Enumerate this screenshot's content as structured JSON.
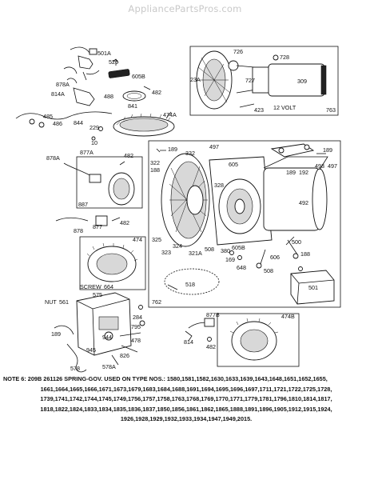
{
  "watermark": "AppliancePartsPros.com",
  "labels": {
    "l501A": "501A",
    "l526": "526",
    "l605B": "605B",
    "l878A": "878A",
    "l814A": "814A",
    "l488": "488",
    "l841": "841",
    "l482a": "482",
    "l485": "485",
    "l486": "486",
    "l844": "844",
    "l229": "229",
    "l10": "10",
    "l474A": "474A",
    "l726": "726",
    "l728": "728",
    "l23A": "23A",
    "l727": "727",
    "l309": "309",
    "l423": "423",
    "l12V": "12 VOLT",
    "l763": "763",
    "l878A2": "878A",
    "l877A": "877A",
    "l482b": "482",
    "l887": "887",
    "l877": "877",
    "l482c": "482",
    "l878": "878",
    "l474": "474",
    "l189a": "189",
    "l332": "332",
    "l497a": "497",
    "l322": "322",
    "l188": "188",
    "l605": "605",
    "l189b": "189",
    "l192": "192",
    "l493": "493",
    "l189c": "189",
    "l497b": "497",
    "l328": "328",
    "l492": "492",
    "l325": "325",
    "l324": "324",
    "l323": "323",
    "l321A": "321A",
    "l508a": "508",
    "l380": "380",
    "l605B2": "605B",
    "l169": "169",
    "l648": "648",
    "l606": "606",
    "l508b": "508",
    "l500": "500",
    "l188b": "188",
    "l518": "518",
    "l762": "762",
    "l501": "501",
    "lscrew": "SCREW",
    "l664": "664",
    "lnut": "NUT",
    "l561": "561",
    "l575": "575",
    "l284": "284",
    "l795": "795",
    "l189d": "189",
    "l478": "478",
    "l944": "944",
    "l945": "945",
    "l826": "826",
    "l578": "578",
    "l578A": "578A",
    "l877B": "877B",
    "l474B": "474B",
    "l814": "814",
    "l482d": "482"
  },
  "note": [
    "NOTE 6: 209B 261126 SPRING-GOV. USED ON TYPE NOS.: 1580,1581,1582,1630,1633,1639,1643,1648,1651,1652,1655,",
    "1661,1664,1665,1666,1671,1673,1679,1683,1684,1688,1691,1694,1695,1696,1697,1711,1721,1722,1725,1728,",
    "1739,1741,1742,1744,1745,1749,1756,1757,1758,1763,1768,1769,1770,1771,1779,1781,1796,1810,1814,1817,",
    "1818,1822,1824,1833,1834,1835,1836,1837,1850,1856,1861,1862,1865,1888,1891,1896,1905,1912,1915,1924,",
    "1926,1928,1929,1932,1933,1934,1947,1949,2015."
  ]
}
